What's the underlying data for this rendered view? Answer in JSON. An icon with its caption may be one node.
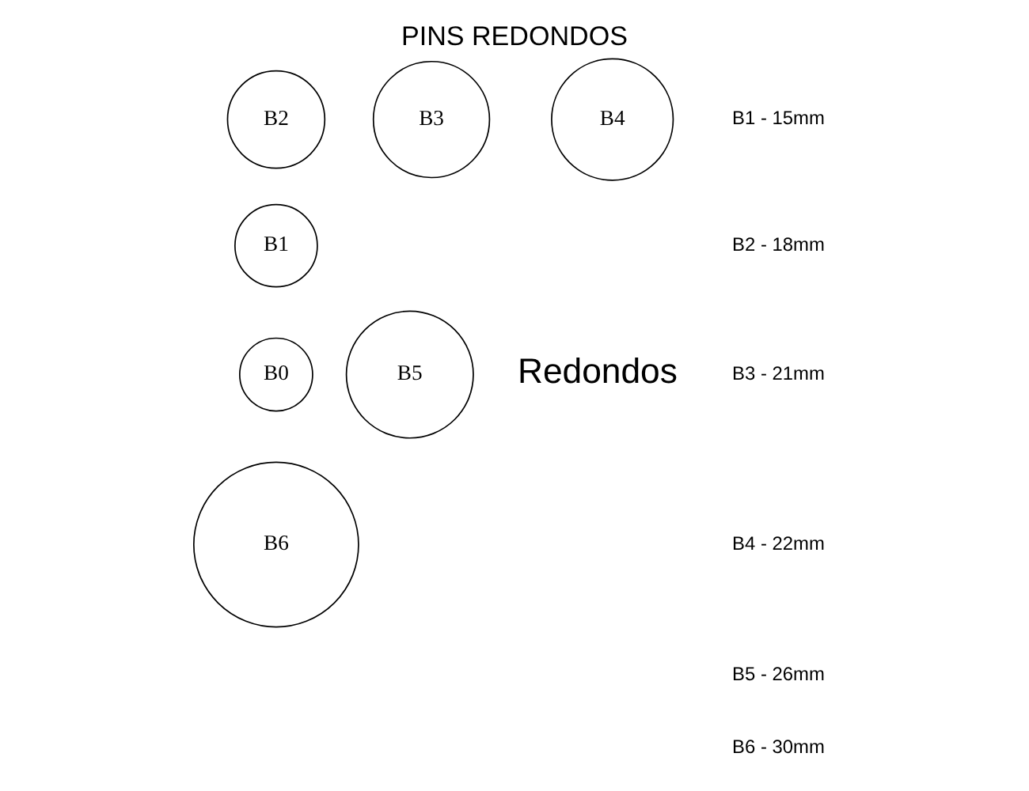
{
  "diagram": {
    "title": "PINS REDONDOS",
    "nodes": [
      {
        "text": [
          "B0"
        ]
      },
      {
        "text": [
          "B1"
        ]
      },
      {
        "text": [
          "B2"
        ]
      },
      {
        "text": [
          "B3"
        ]
      },
      {
        "text": [
          "B4"
        ]
      },
      {
        "text": [
          "B5"
        ]
      },
      {
        "text": [
          "B6"
        ]
      }
    ],
    "edges": [],
    "labels": [
      "Redondos",
      "B1 - 15mm",
      "B2 - 18mm",
      "B3 - 21mm",
      "B4 - 22mm",
      "B5 - 26mm",
      "B6 - 30mm"
    ]
  }
}
